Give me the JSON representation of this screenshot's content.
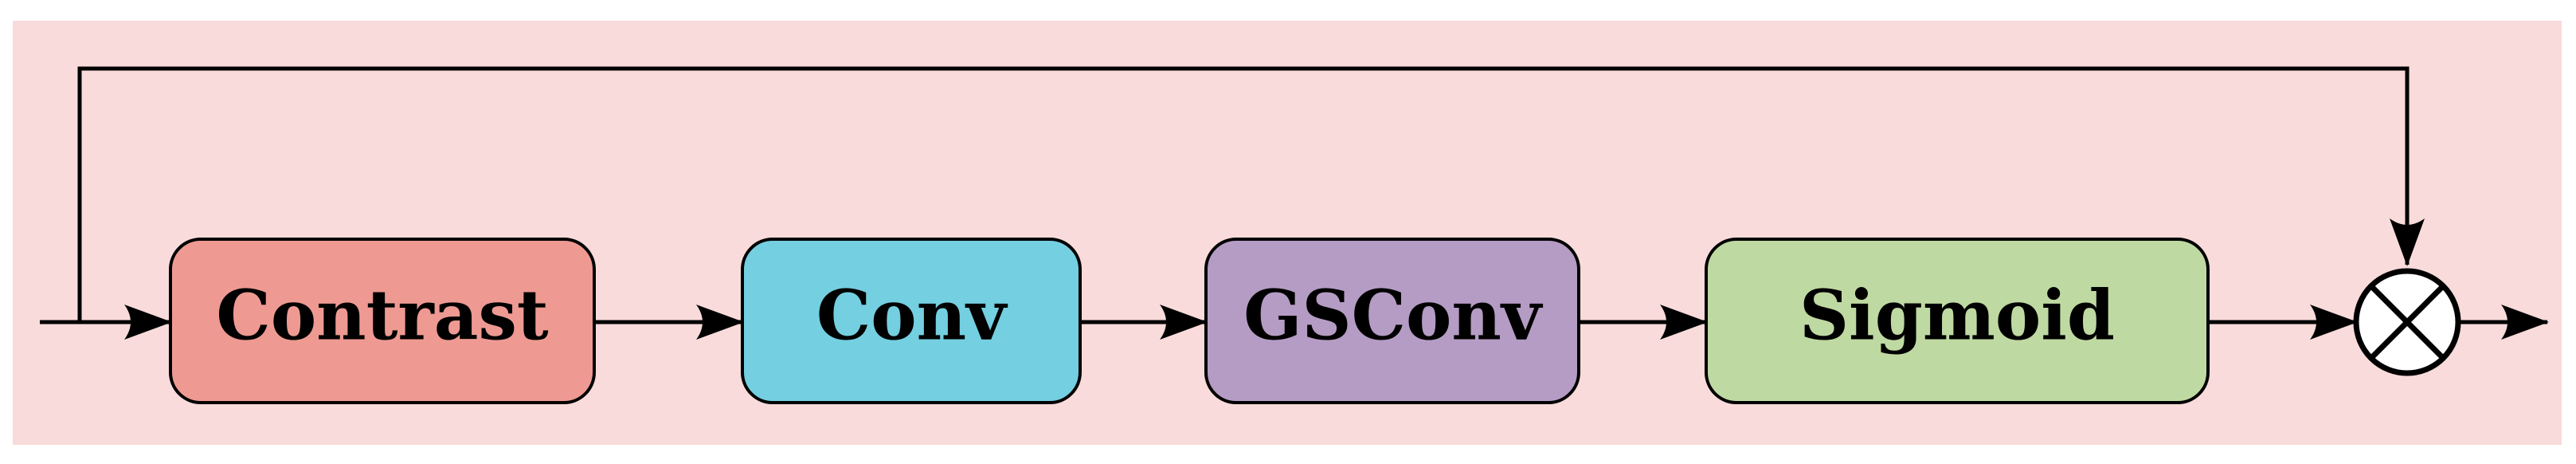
{
  "background_color": "#f8dbda",
  "line_color": "#000000",
  "blocks": [
    {
      "label": "Contrast",
      "color": "#ee9a92"
    },
    {
      "label": "Conv",
      "color": "#74cfe0"
    },
    {
      "label": "GSConv",
      "color": "#b59cc4"
    },
    {
      "label": "Sigmoid",
      "color": "#bfd9a2"
    }
  ],
  "operator": {
    "symbol": "multiply",
    "icon": "circle-x-icon"
  }
}
